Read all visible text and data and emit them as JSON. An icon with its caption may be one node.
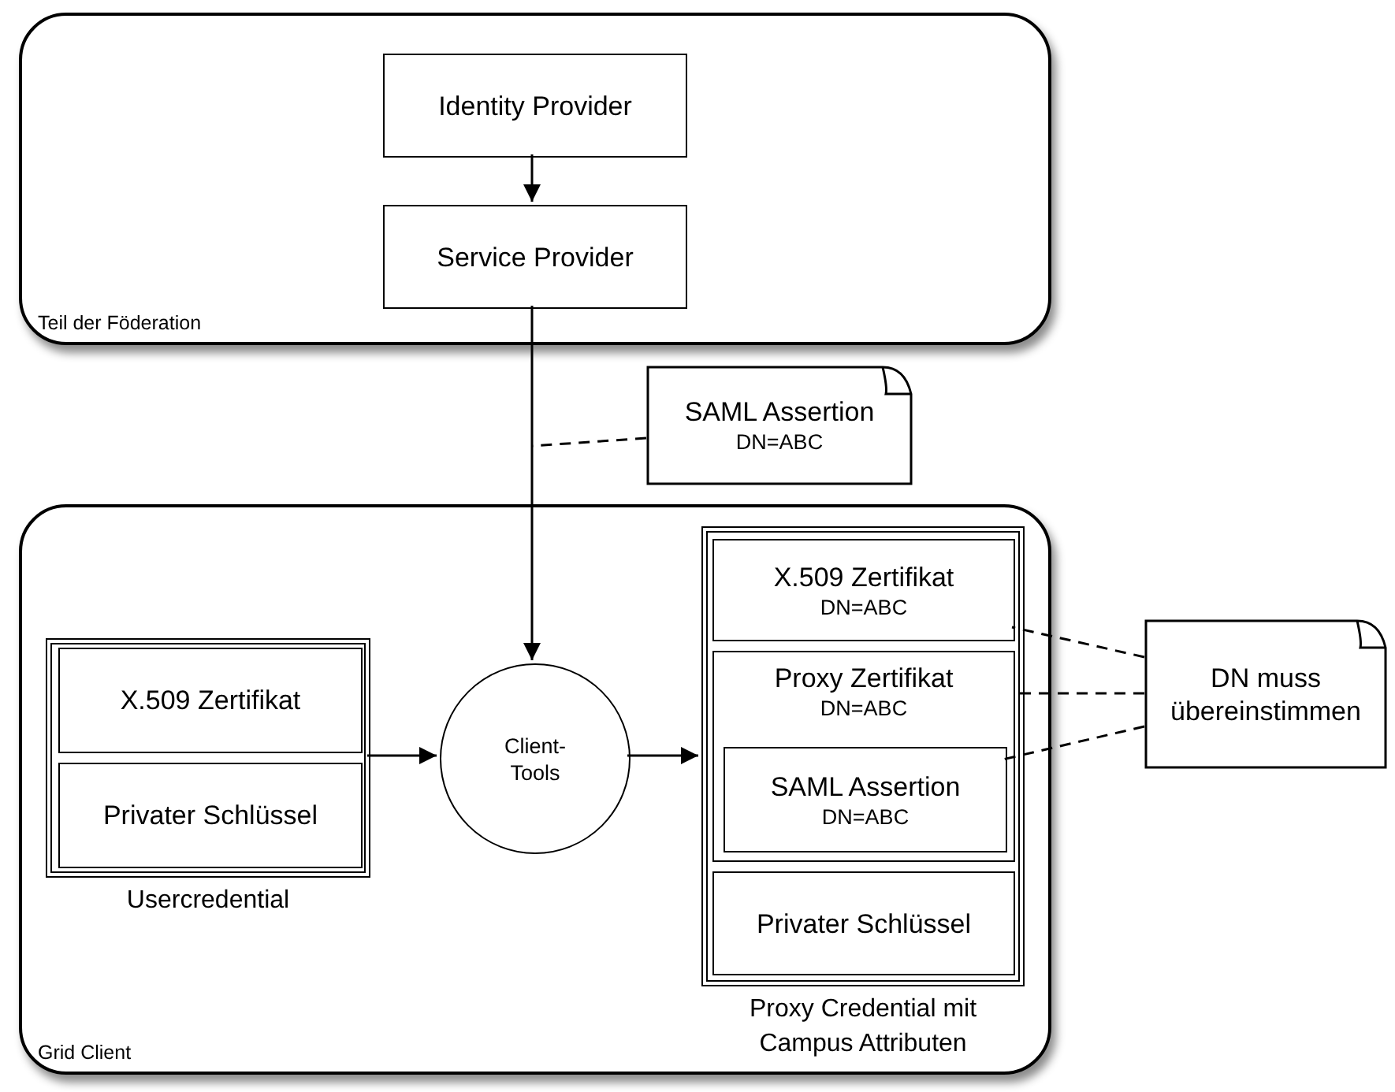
{
  "diagram": {
    "nodes": [
      {
        "text": [
          "Teil der Föderation"
        ]
      },
      {
        "text": [
          "Identity Provider"
        ],
        "in": 0
      },
      {
        "text": [
          "Service Provider"
        ],
        "in": 0
      },
      {
        "text": [
          "SAML Assertion",
          "DN=ABC"
        ]
      },
      {
        "text": [
          "Grid Client"
        ]
      },
      {
        "text": [
          "Usercredential"
        ],
        "in": 4
      },
      {
        "text": [
          "X.509 Zertifikat"
        ],
        "in": 5
      },
      {
        "text": [
          "Privater Schlüssel"
        ],
        "in": 5
      },
      {
        "text": [
          "Client- Tools"
        ],
        "in": 4
      },
      {
        "text": [
          "Proxy Credential mit Campus Attributen"
        ],
        "in": 4
      },
      {
        "text": [
          "X.509 Zertifikat",
          "DN=ABC"
        ],
        "in": 9
      },
      {
        "text": [
          "Proxy Zertifikat",
          "DN=ABC"
        ],
        "in": 9
      },
      {
        "text": [
          "SAML Assertion",
          "DN=ABC"
        ],
        "in": 11
      },
      {
        "text": [
          "Privater Schlüssel"
        ],
        "in": 9
      },
      {
        "text": [
          "DN muss übereinstimmen"
        ]
      }
    ],
    "edges": [
      {
        "from": 1,
        "to": 2,
        "arrow": "to"
      },
      {
        "from": 2,
        "to": 8,
        "arrow": "to"
      },
      {
        "from": 3,
        "to": null,
        "arrow": "none",
        "style": "dashed"
      },
      {
        "from": 5,
        "to": 8,
        "arrow": "to"
      },
      {
        "from": 8,
        "to": 9,
        "arrow": "to"
      },
      {
        "from": 14,
        "to": 10,
        "arrow": "none",
        "style": "dashed"
      },
      {
        "from": 14,
        "to": 11,
        "arrow": "none",
        "style": "dashed"
      },
      {
        "from": 14,
        "to": 12,
        "arrow": "none",
        "style": "dashed"
      }
    ]
  }
}
